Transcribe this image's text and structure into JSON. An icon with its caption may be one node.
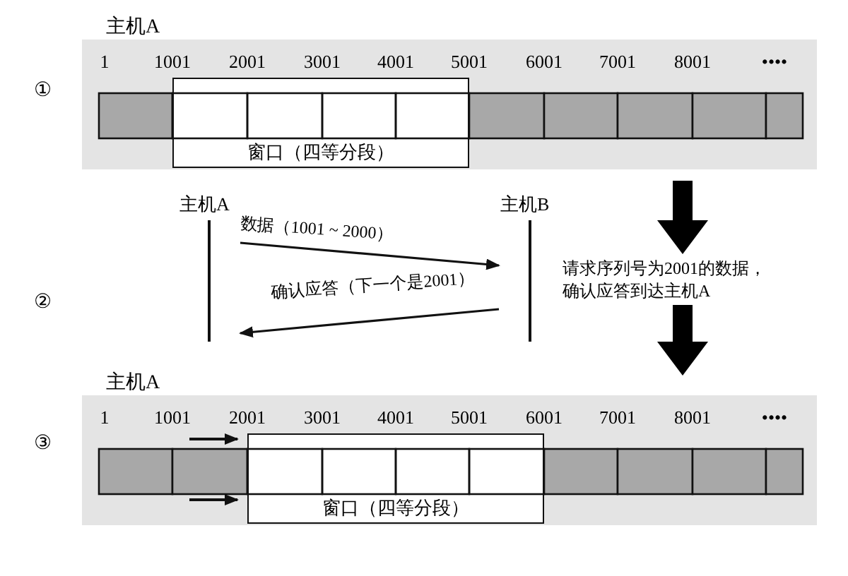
{
  "diagram": {
    "nodes": [
      {
        "text": [
          "窗口（四等分段）"
        ]
      },
      {
        "text": [
          "主机A"
        ]
      },
      {
        "text": [
          "主机B"
        ]
      },
      {
        "text": [
          "请求序列号为2001的数据，确认应答到达主机A"
        ]
      },
      {
        "text": [
          "窗口（四等分段）"
        ]
      }
    ],
    "edges": [
      {
        "from": 1,
        "to": 2,
        "arrow": "to",
        "label": "数据（1001 ~ 2000）"
      },
      {
        "from": 2,
        "to": 1,
        "arrow": "to",
        "label": "确认应答（下一个是2001）"
      },
      {
        "from": null,
        "to": 3,
        "arrow": "to",
        "style": "thick"
      },
      {
        "from": 3,
        "to": null,
        "arrow": "to",
        "style": "thick"
      }
    ],
    "labels": [
      "主机A",
      "①",
      "1",
      "1001",
      "2001",
      "3001",
      "4001",
      "5001",
      "6001",
      "7001",
      "8001",
      "••••",
      "②",
      "主机A",
      "③",
      "1",
      "1001",
      "2001",
      "3001",
      "4001",
      "5001",
      "6001",
      "7001",
      "8001",
      "••••"
    ]
  }
}
